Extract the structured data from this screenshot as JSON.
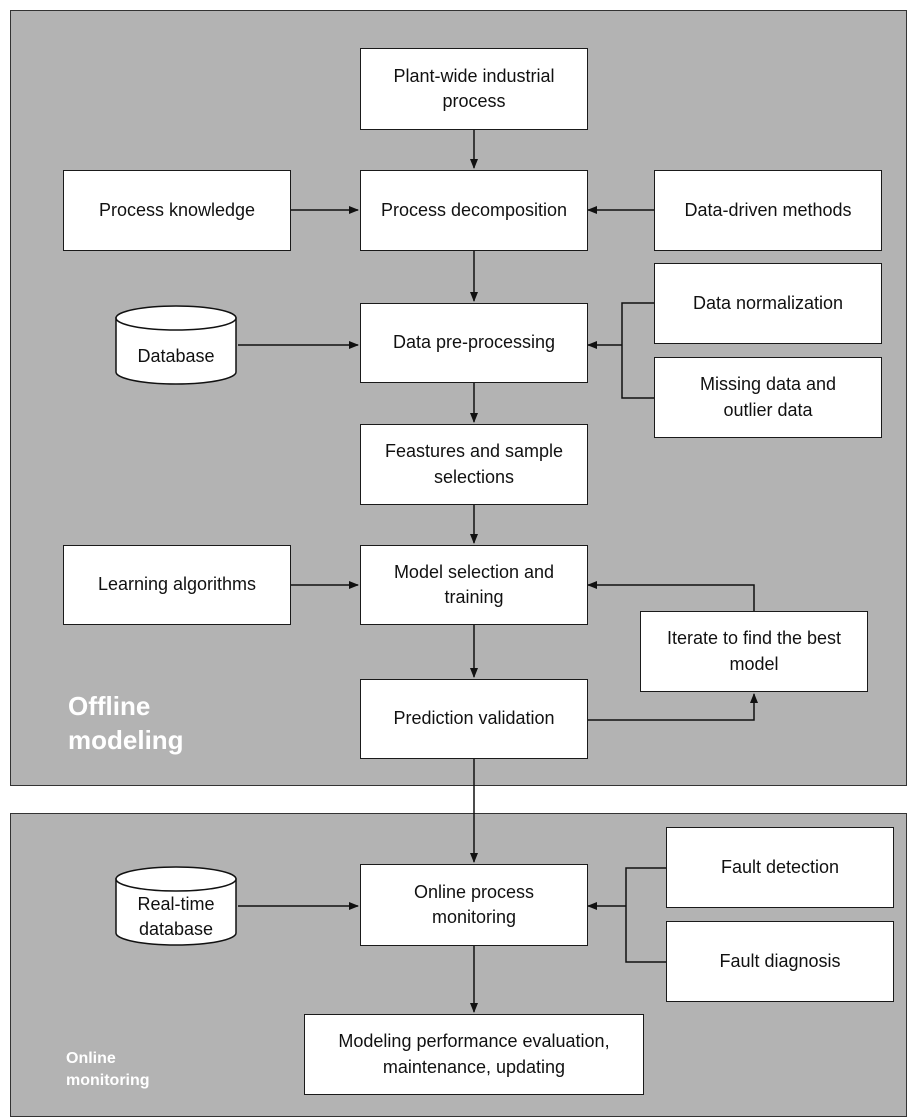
{
  "offline_panel": {
    "label": "Offline\nmodeling"
  },
  "online_panel": {
    "label": "Online\nmonitoring"
  },
  "nodes": {
    "plant_process": "Plant-wide industrial\nprocess",
    "process_knowledge": "Process knowledge",
    "process_decomposition": "Process decomposition",
    "data_driven_methods": "Data-driven methods",
    "database": "Database",
    "data_preprocessing": "Data pre-processing",
    "data_normalization": "Data normalization",
    "missing_outlier": "Missing data and\noutlier data",
    "feature_selection": "Feastures and sample\nselections",
    "learning_algorithms": "Learning algorithms",
    "model_selection": "Model selection and\ntraining",
    "iterate_best_model": "Iterate to find the best\nmodel",
    "prediction_validation": "Prediction validation",
    "realtime_database": "Real-time\ndatabase",
    "online_monitoring": "Online process\nmonitoring",
    "fault_detection": "Fault detection",
    "fault_diagnosis": "Fault diagnosis",
    "performance_eval": "Modeling performance evaluation,\nmaintenance, updating"
  }
}
